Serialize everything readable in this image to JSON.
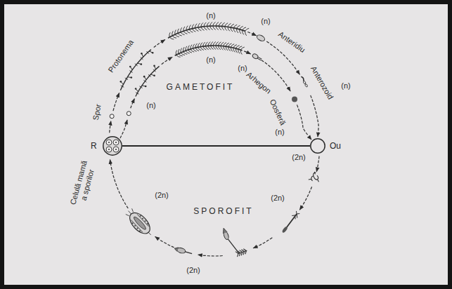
{
  "diagram": {
    "nodes": [
      {
        "text": [
          "R"
        ]
      },
      {
        "text": [
          "Ou"
        ]
      }
    ],
    "edges": [
      {
        "from": 0,
        "to": 1,
        "arrow": "none"
      }
    ],
    "labels": [
      "Spor",
      "Protonema",
      "(n)",
      "(n)",
      "(n)",
      "(n)",
      "Anteridiu",
      "(n)",
      "Arhegon",
      "Anterozoid",
      "(n)",
      "Oosferă",
      "(n)",
      "GAMETOFIT",
      "(2n)",
      "(2n)",
      "SPOROFIT",
      "(2n)",
      "(2n)",
      "Celulă mamă a sporilor"
    ]
  }
}
